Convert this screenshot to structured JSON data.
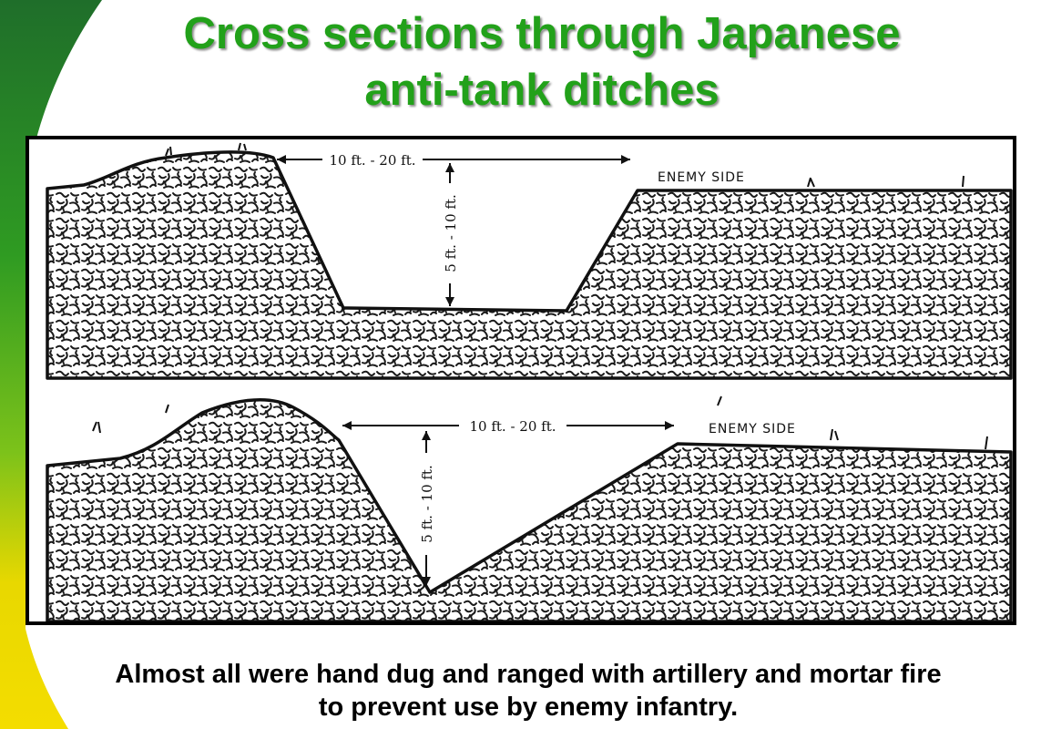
{
  "slide": {
    "title_line1": "Cross sections through Japanese",
    "title_line2": "anti-tank ditches",
    "caption_line1": "Almost all were hand dug and ranged with artillery and mortar fire",
    "caption_line2": "to prevent use by enemy infantry."
  },
  "diagram": {
    "top_section": {
      "width_label": "10 ft. - 20 ft.",
      "depth_label": "5 ft. - 10 ft.",
      "enemy_label": "ENEMY SIDE"
    },
    "bottom_section": {
      "width_label": "10 ft. - 20 ft.",
      "depth_label": "5 ft. - 10 ft.",
      "enemy_label": "ENEMY SIDE"
    }
  },
  "colors": {
    "title_green": "#22a11a",
    "band_dark_green": "#1f7a1c",
    "band_green": "#3fae22",
    "band_yellow": "#f2dc00"
  }
}
